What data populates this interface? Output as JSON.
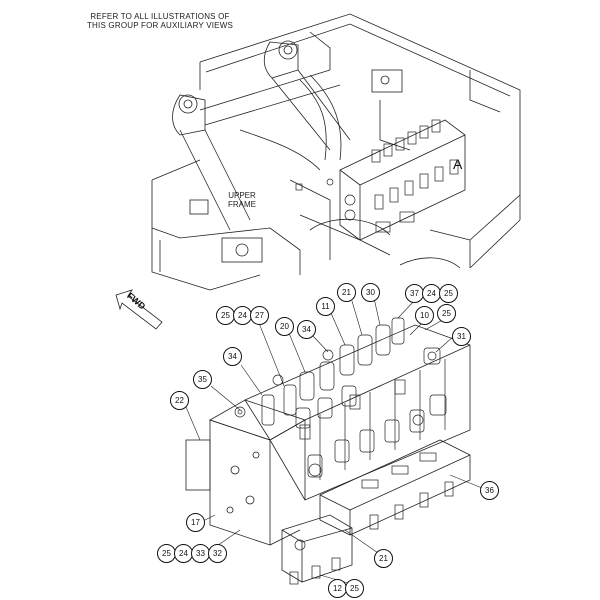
{
  "note_lines": [
    "REFER TO ALL ILLUSTRATIONS OF",
    "THIS GROUP FOR AUXILIARY VIEWS"
  ],
  "frame_label_lines": [
    "UPPER",
    "FRAME"
  ],
  "view_label": "A",
  "fwd_label": "FWD",
  "callouts": [
    {
      "id": "c1",
      "label": "25"
    },
    {
      "id": "c2",
      "label": "24"
    },
    {
      "id": "c3",
      "label": "27"
    },
    {
      "id": "c4",
      "label": "20"
    },
    {
      "id": "c5",
      "label": "34"
    },
    {
      "id": "c6",
      "label": "11"
    },
    {
      "id": "c7",
      "label": "21"
    },
    {
      "id": "c8",
      "label": "30"
    },
    {
      "id": "c9",
      "label": "37"
    },
    {
      "id": "c10",
      "label": "24"
    },
    {
      "id": "c11",
      "label": "25"
    },
    {
      "id": "c12",
      "label": "10"
    },
    {
      "id": "c13",
      "label": "25"
    },
    {
      "id": "c14",
      "label": "31"
    },
    {
      "id": "c15",
      "label": "34"
    },
    {
      "id": "c16",
      "label": "35"
    },
    {
      "id": "c17",
      "label": "22"
    },
    {
      "id": "c18",
      "label": "36"
    },
    {
      "id": "c19",
      "label": "17"
    },
    {
      "id": "c20",
      "label": "21"
    },
    {
      "id": "c21",
      "label": "25"
    },
    {
      "id": "c22",
      "label": "24"
    },
    {
      "id": "c23",
      "label": "33"
    },
    {
      "id": "c24",
      "label": "32"
    },
    {
      "id": "c25",
      "label": "12"
    },
    {
      "id": "c26",
      "label": "25"
    }
  ]
}
